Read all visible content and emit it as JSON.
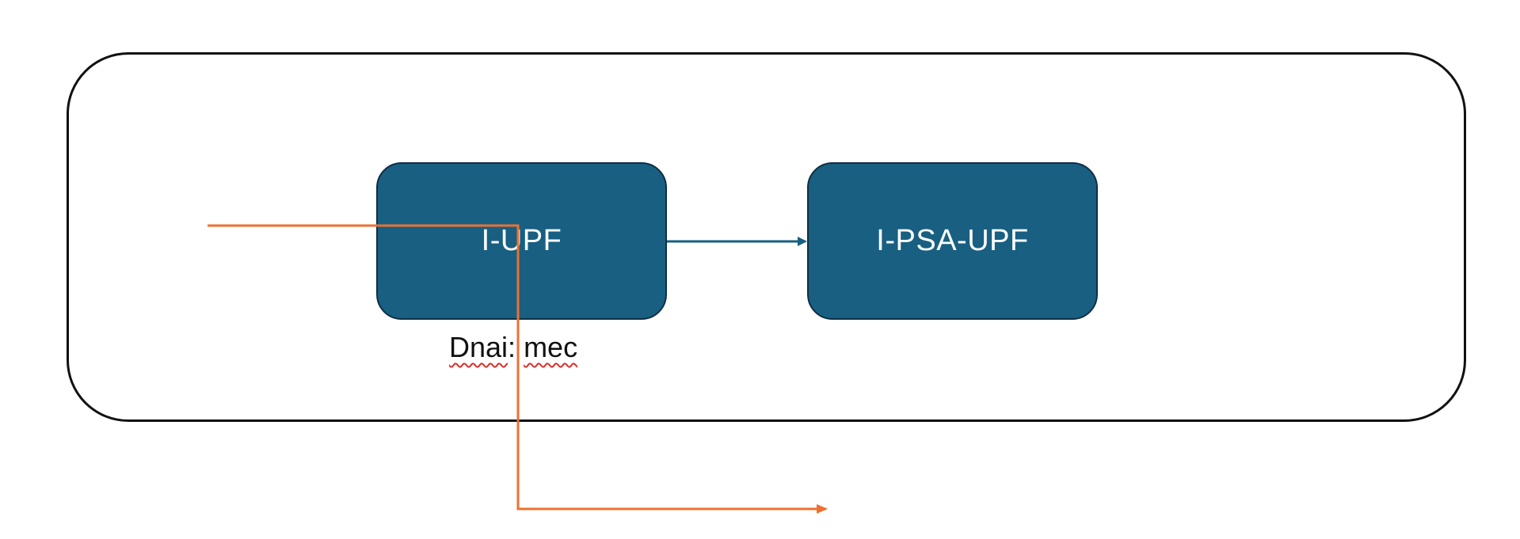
{
  "diagram": {
    "nodes": [
      {
        "id": "i-upf",
        "label": "I-UPF"
      },
      {
        "id": "i-psa-upf",
        "label": "I-PSA-UPF"
      }
    ],
    "dnai_label": {
      "prefix": "Dnai",
      "separator": ": ",
      "value": "mec"
    },
    "edges": [
      {
        "from": "i-upf",
        "to": "i-psa-upf",
        "color": "#185f82"
      },
      {
        "from": "left-entry",
        "to": "bottom-exit",
        "color": "#ed7030"
      }
    ]
  },
  "colors": {
    "node_fill": "#185f82",
    "node_border": "#0f2f44",
    "traffic_path": "#ed7030",
    "container_border": "#111111"
  }
}
